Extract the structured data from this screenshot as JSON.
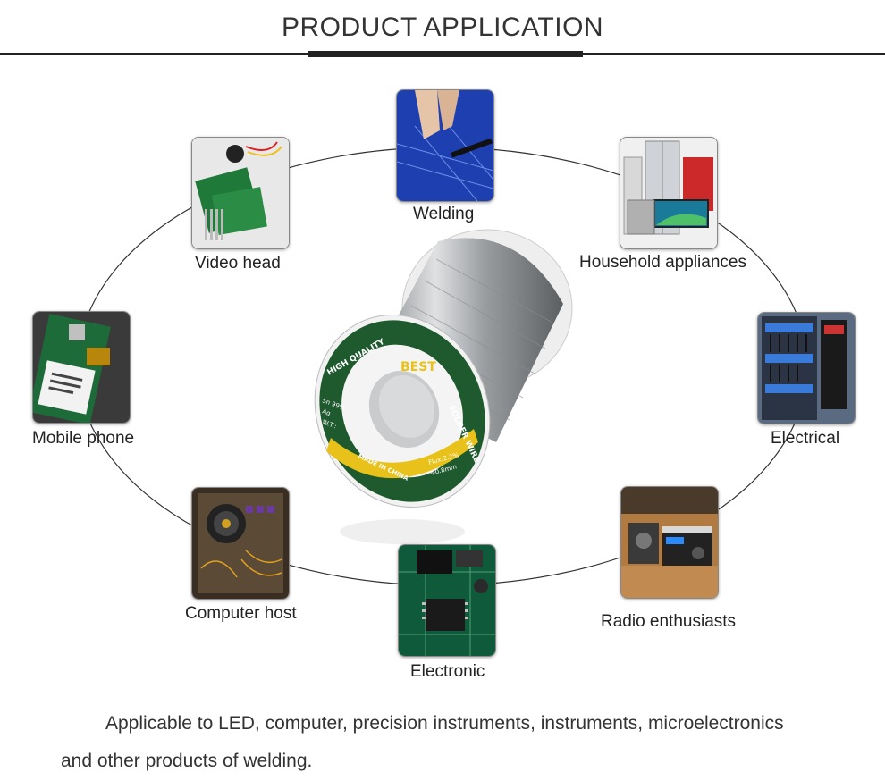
{
  "header": {
    "title": "PRODUCT APPLICATION"
  },
  "items": [
    {
      "id": "welding",
      "label": "Welding",
      "icon": "pcb-soldering-image"
    },
    {
      "id": "video-head",
      "label": "Video head",
      "icon": "camera-board-image"
    },
    {
      "id": "household",
      "label": "Household appliances",
      "icon": "appliances-image"
    },
    {
      "id": "mobile",
      "label": "Mobile phone",
      "icon": "phone-board-image"
    },
    {
      "id": "electrical",
      "label": "Electrical",
      "icon": "electrical-panel-image"
    },
    {
      "id": "computer",
      "label": "Computer host",
      "icon": "motherboard-image"
    },
    {
      "id": "radio",
      "label": "Radio enthusiasts",
      "icon": "radio-station-image"
    },
    {
      "id": "electronic",
      "label": "Electronic",
      "icon": "circuit-board-image"
    }
  ],
  "product": {
    "brand": "BEST",
    "banner_left": "HIGH QUALITY",
    "banner_right": "SOLDER WIRE",
    "spec_1": "Sn 99%",
    "spec_2": "Ag",
    "spec_3": "W.T.:",
    "made": "MADE IN CHINA",
    "flux": "Flux:2.2%",
    "dia": "Φ0.8mm"
  },
  "caption": {
    "line1": "Applicable to LED, computer, precision instruments, instruments, microelectronics",
    "line2": "and other products of welding."
  },
  "colors": {
    "accent_green": "#1f5a2e",
    "accent_yellow": "#e8c21a"
  }
}
